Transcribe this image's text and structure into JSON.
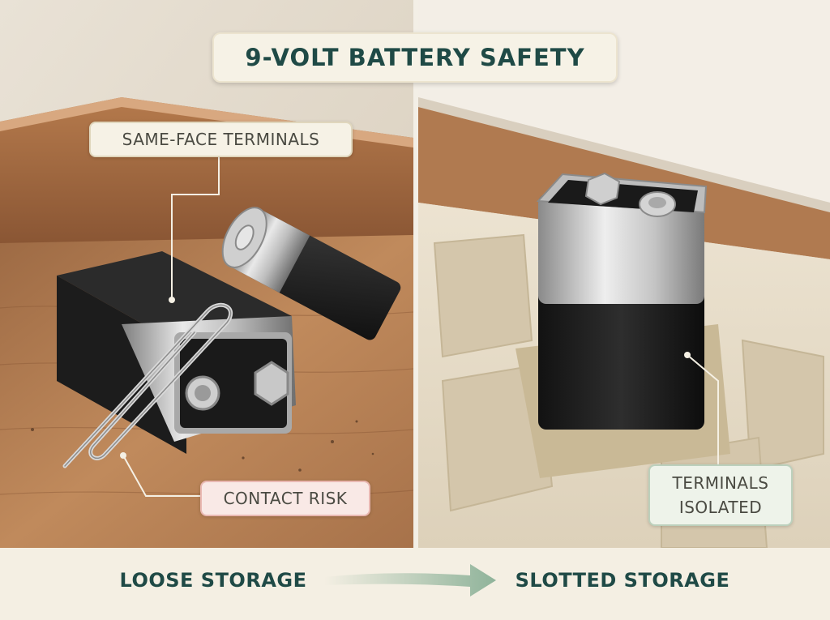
{
  "title": "9-VOLT BATTERY SAFETY",
  "callouts": {
    "same_face": "SAME-FACE TERMINALS",
    "contact_risk": "CONTACT RISK",
    "isolated": "TERMINALS\nISOLATED"
  },
  "captions": {
    "left": "LOOSE STORAGE",
    "right": "SLOTTED STORAGE"
  },
  "colors": {
    "heading": "#1f4a46",
    "risk_fill": "#f9e9e6",
    "safe_fill": "#eef3ea",
    "arrow": "#8fb39a"
  }
}
